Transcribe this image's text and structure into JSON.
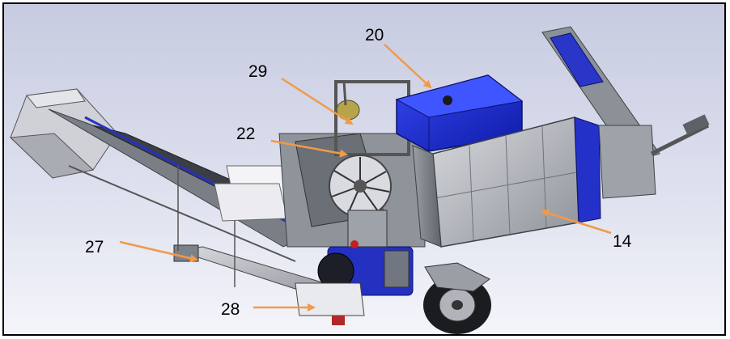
{
  "figure": {
    "callouts": [
      {
        "id": "20",
        "label": "20"
      },
      {
        "id": "29",
        "label": "29"
      },
      {
        "id": "22",
        "label": "22"
      },
      {
        "id": "27",
        "label": "27"
      },
      {
        "id": "14",
        "label": "14"
      },
      {
        "id": "28",
        "label": "28"
      }
    ],
    "colors": {
      "arrow": "#f2994a",
      "hopper_blue": "#1e2fd1",
      "steel": "#b9bcc2",
      "steel_dark": "#6d7178",
      "background_top": "#c9cde2",
      "background_bottom": "#f3f4f9"
    }
  }
}
